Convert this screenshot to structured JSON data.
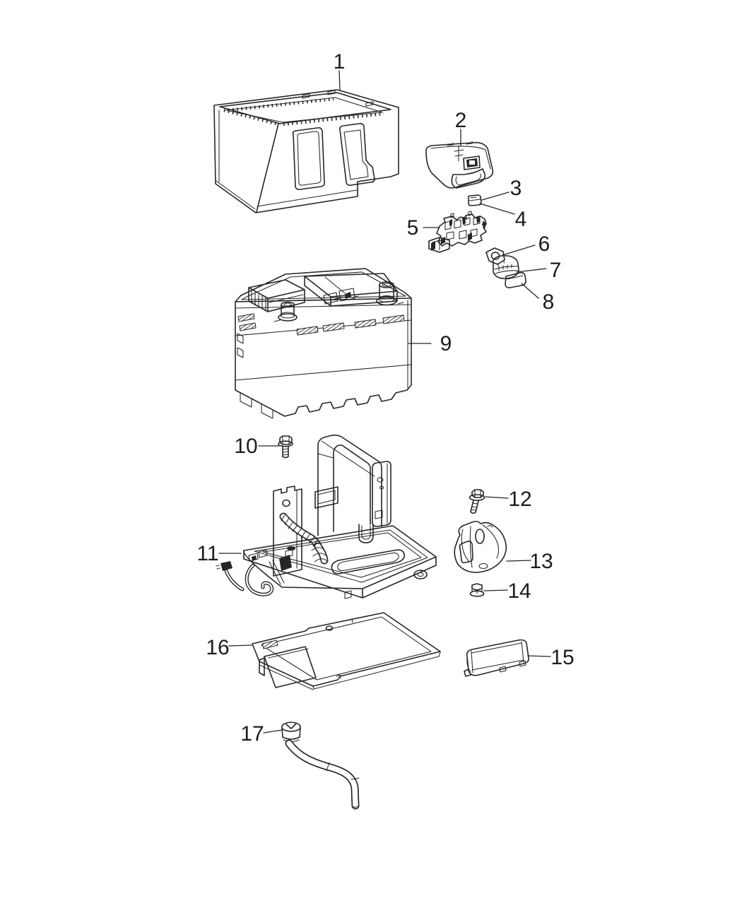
{
  "diagram": {
    "background": "#ffffff",
    "ink": "#262626",
    "label_color": "#1c1c1c",
    "callouts": [
      {
        "label": "1",
        "part": "battery-cover-box"
      },
      {
        "label": "2",
        "part": "terminal-cover-cap"
      },
      {
        "label": "3",
        "part": "fuse-clip-upper"
      },
      {
        "label": "4",
        "part": "fuse-clip-lower"
      },
      {
        "label": "5",
        "part": "fuse-block"
      },
      {
        "label": "6",
        "part": "terminal-eyelet"
      },
      {
        "label": "7",
        "part": "terminal-clamp"
      },
      {
        "label": "8",
        "part": "terminal-pad"
      },
      {
        "label": "9",
        "part": "battery"
      },
      {
        "label": "10",
        "part": "hex-bolt"
      },
      {
        "label": "11",
        "part": "battery-tray-assembly"
      },
      {
        "label": "12",
        "part": "hex-bolt"
      },
      {
        "label": "13",
        "part": "support-bracket"
      },
      {
        "label": "14",
        "part": "flange-nut"
      },
      {
        "label": "15",
        "part": "bracket-cover"
      },
      {
        "label": "16",
        "part": "tray-pan"
      },
      {
        "label": "17",
        "part": "vent-hose"
      }
    ]
  }
}
